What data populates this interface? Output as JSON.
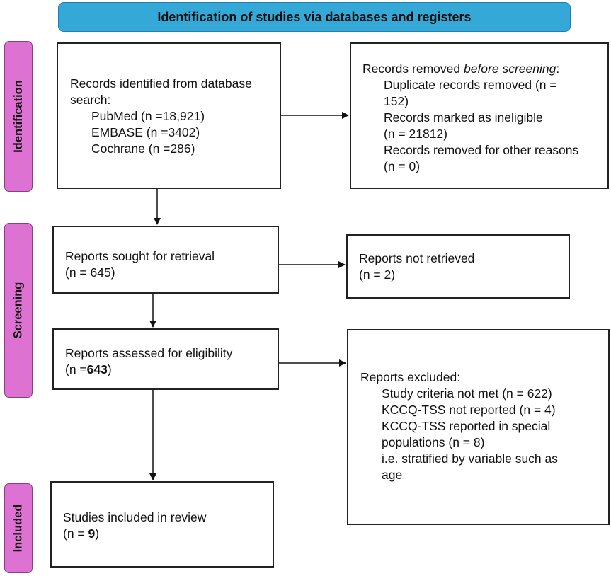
{
  "header": {
    "title": "Identification of studies via databases and registers",
    "color": "#34a9d8"
  },
  "phases": {
    "color": "#dd72d3",
    "identification": "Identification",
    "screening": "Screening",
    "included": "Included"
  },
  "identified": {
    "intro_1": "Records identified from database",
    "intro_2": "search:",
    "sources": [
      "PubMed (n =18,921)",
      "EMBASE (n =3402)",
      "Cochrane (n =286)"
    ]
  },
  "removed": {
    "intro": "Records removed ",
    "intro_italic": "before screening",
    "intro_end": ":",
    "lines": [
      "Duplicate records removed (n =",
      "152)",
      "Records marked as ineligible",
      "(n = 21812)",
      "Records removed for other reasons",
      "(n = 0)"
    ]
  },
  "sought": {
    "label": "Reports sought for retrieval",
    "count": "(n = 645)"
  },
  "not_retrieved": {
    "label": "Reports not retrieved",
    "count": "(n = 2)"
  },
  "assessed": {
    "label": "Reports assessed for eligibility",
    "count_prefix": "(n =",
    "count_value": "643",
    "count_suffix": ")"
  },
  "excluded": {
    "intro": "Reports excluded:",
    "lines": [
      "Study criteria not met (n = 622)",
      "KCCQ-TSS not reported (n = 4)",
      "KCCQ-TSS reported in special",
      "populations (n = 8)",
      "i.e. stratified by variable such as",
      "age"
    ]
  },
  "included": {
    "label": "Studies included in review",
    "count_prefix": "(n = ",
    "count_value": "9",
    "count_suffix": ")"
  }
}
